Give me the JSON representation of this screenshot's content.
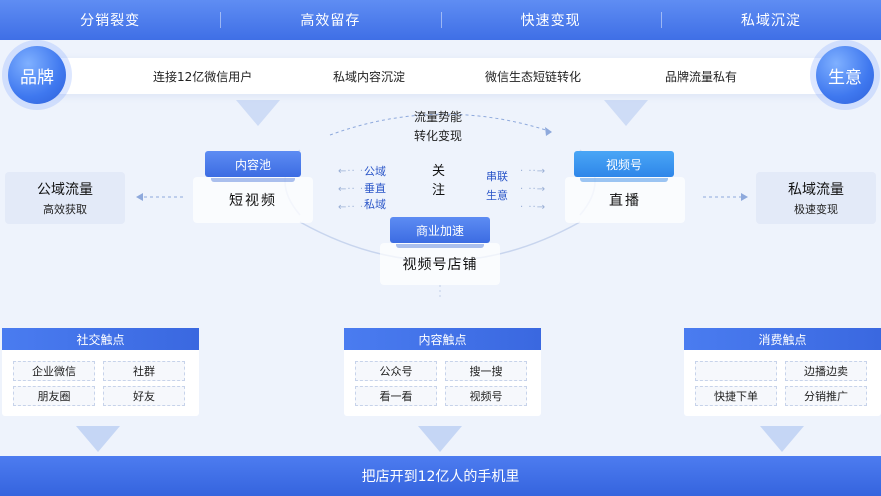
{
  "stages": [
    "分销裂变",
    "高效留存",
    "快速变现",
    "私域沉淀"
  ],
  "brand_badge": "品牌",
  "growth_badge": "生意",
  "value_items": [
    "连接12亿微信用户",
    "私域内容沉淀",
    "微信生态短链转化",
    "品牌流量私有"
  ],
  "flow": {
    "top_line1": "流量势能",
    "top_line2": "转化变现"
  },
  "public_traffic": {
    "title": "公域流量",
    "subtitle": "高效获取"
  },
  "private_traffic": {
    "title": "私域流量",
    "subtitle": "极速变现"
  },
  "short_video": {
    "tag": "内容池",
    "label": "短视频"
  },
  "live": {
    "tag": "视频号",
    "label": "直播"
  },
  "shop": {
    "tag": "商业加速",
    "label": "视频号店铺"
  },
  "center": {
    "follow": "关注",
    "left_words": [
      "公域",
      "垂直",
      "私域"
    ],
    "right_words": [
      "串联",
      "生意"
    ]
  },
  "touchpoints": [
    {
      "title": "社交触点",
      "items": [
        "企业微信",
        "社群",
        "朋友圈",
        "好友"
      ]
    },
    {
      "title": "内容触点",
      "items": [
        "公众号",
        "搜一搜",
        "看一看",
        "视频号"
      ]
    },
    {
      "title": "消费触点",
      "items": [
        "",
        "边播边卖",
        "快捷下单",
        "分销推广"
      ]
    }
  ],
  "bottom_banner": "把店开到12亿人的手机里",
  "colors": {
    "primary": "#3f6fe6",
    "accent_text": "#2b56c8",
    "background": "#eef3fc"
  }
}
